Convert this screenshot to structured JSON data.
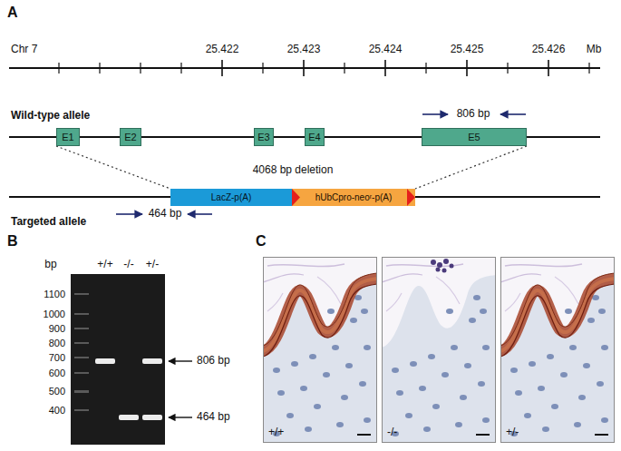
{
  "diagram": {
    "nodes": [
      {
        "text": [
          "E1"
        ]
      },
      {
        "text": [
          "E2"
        ]
      },
      {
        "text": [
          "E3"
        ]
      },
      {
        "text": [
          "E4"
        ]
      },
      {
        "text": [
          "E5"
        ]
      },
      {
        "text": [
          "LacZ-p(A)"
        ]
      },
      {
        "text": [
          "hUbCpro-neoʳ-p(A)"
        ]
      }
    ],
    "edges": [
      {
        "from": 0,
        "to": 5,
        "arrow": "none"
      },
      {
        "from": 4,
        "to": 6,
        "arrow": "none"
      }
    ],
    "labels": [
      "A",
      "Chr 7",
      "25.422",
      "25.423",
      "25.424",
      "25.425",
      "25.426",
      "Mb",
      "Wild-type allele",
      "806 bp",
      "4068 bp deletion",
      "Targeted allele",
      "464 bp",
      "B",
      "bp",
      "1100",
      "1000",
      "900",
      "800",
      "700",
      "600",
      "500",
      "400",
      "+/+",
      "-/-",
      "+/-",
      "806 bp",
      "464 bp",
      "C",
      "+/+",
      "-/-",
      "+/-"
    ]
  }
}
